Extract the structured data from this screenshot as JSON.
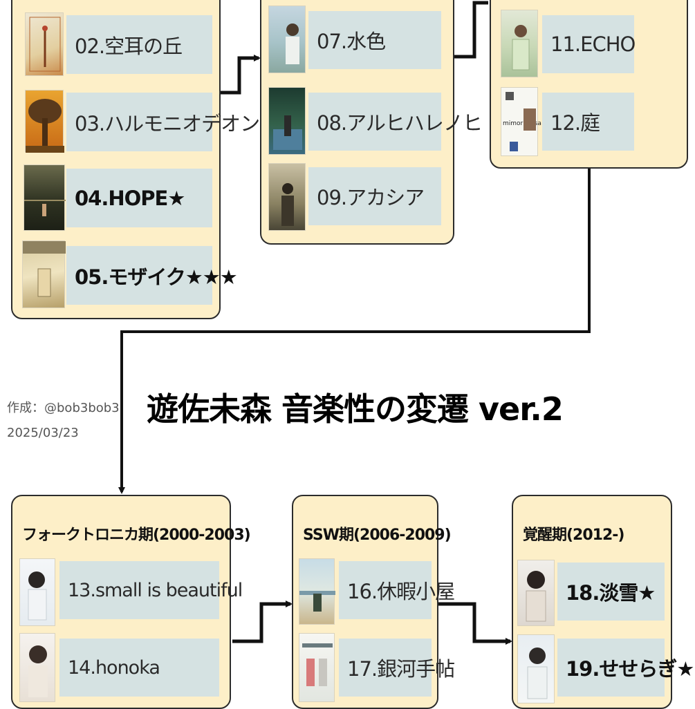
{
  "title": "遊佐未森 音楽性の変遷 ver.2",
  "credit": {
    "author": "作成：@bob3bob3",
    "date": "2025/03/23"
  },
  "panels": {
    "p1": {
      "title": "",
      "tracks": [
        {
          "label": "02.空耳の丘",
          "favorite": false
        },
        {
          "label": "03.ハルモニオデオン",
          "favorite": false
        },
        {
          "label": "04.HOPE★",
          "favorite": true
        },
        {
          "label": "05.モザイク★★★",
          "favorite": true
        }
      ]
    },
    "p2": {
      "title": "",
      "tracks": [
        {
          "label": "07.水色",
          "favorite": false
        },
        {
          "label": "08.アルヒハレノヒ",
          "favorite": false
        },
        {
          "label": "09.アカシア",
          "favorite": false
        }
      ]
    },
    "p3": {
      "title": "",
      "tracks": [
        {
          "label": "11.ECHO",
          "favorite": false
        },
        {
          "label": "12.庭",
          "favorite": false
        }
      ]
    },
    "p4": {
      "title": "フォークトロニカ期(2000-2003)",
      "tracks": [
        {
          "label": "13.small is beautiful",
          "favorite": false
        },
        {
          "label": "14.honoka",
          "favorite": false
        }
      ]
    },
    "p5": {
      "title": "SSW期(2006-2009)",
      "tracks": [
        {
          "label": "16.休暇小屋",
          "favorite": false
        },
        {
          "label": "17.銀河手帖",
          "favorite": false
        }
      ]
    },
    "p6": {
      "title": "覚醒期(2012-)",
      "tracks": [
        {
          "label": "18.淡雪★",
          "favorite": true
        },
        {
          "label": "19.せせらぎ★",
          "favorite": true
        }
      ]
    }
  },
  "colors": {
    "panel_fill": "#fdefc8",
    "label_fill": "#d5e2e2",
    "line": "#111111"
  }
}
